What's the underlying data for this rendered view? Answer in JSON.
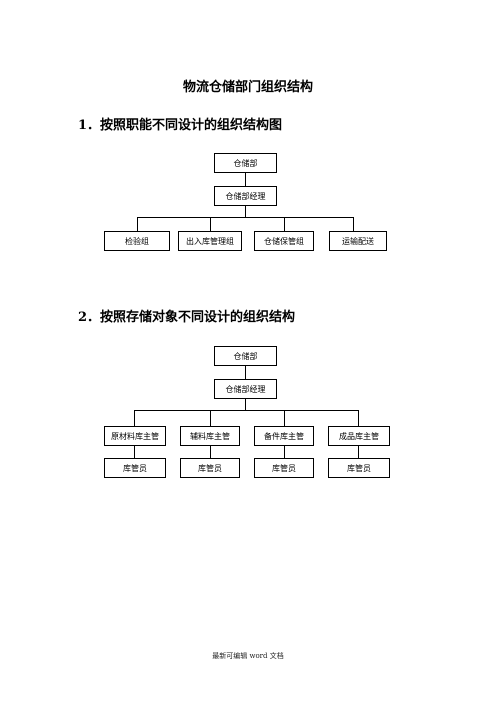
{
  "document": {
    "title": "物流仓储部门组织结构",
    "footer": "最新可编辑 word 文档"
  },
  "section1": {
    "heading": "1．按照职能不同设计的组织结构图",
    "root": "仓储部",
    "manager": "仓储部经理",
    "groups": [
      "检验组",
      "出入库管理组",
      "仓储保管组",
      "运输配送"
    ]
  },
  "section2": {
    "heading": "2．按照存储对象不同设计的组织结构",
    "root": "仓储部",
    "manager": "仓储部经理",
    "supervisors": [
      "原材料库主管",
      "辅料库主管",
      "备件库主管",
      "成品库主管"
    ],
    "clerks": [
      "库管员",
      "库管员",
      "库管员",
      "库管员"
    ]
  }
}
